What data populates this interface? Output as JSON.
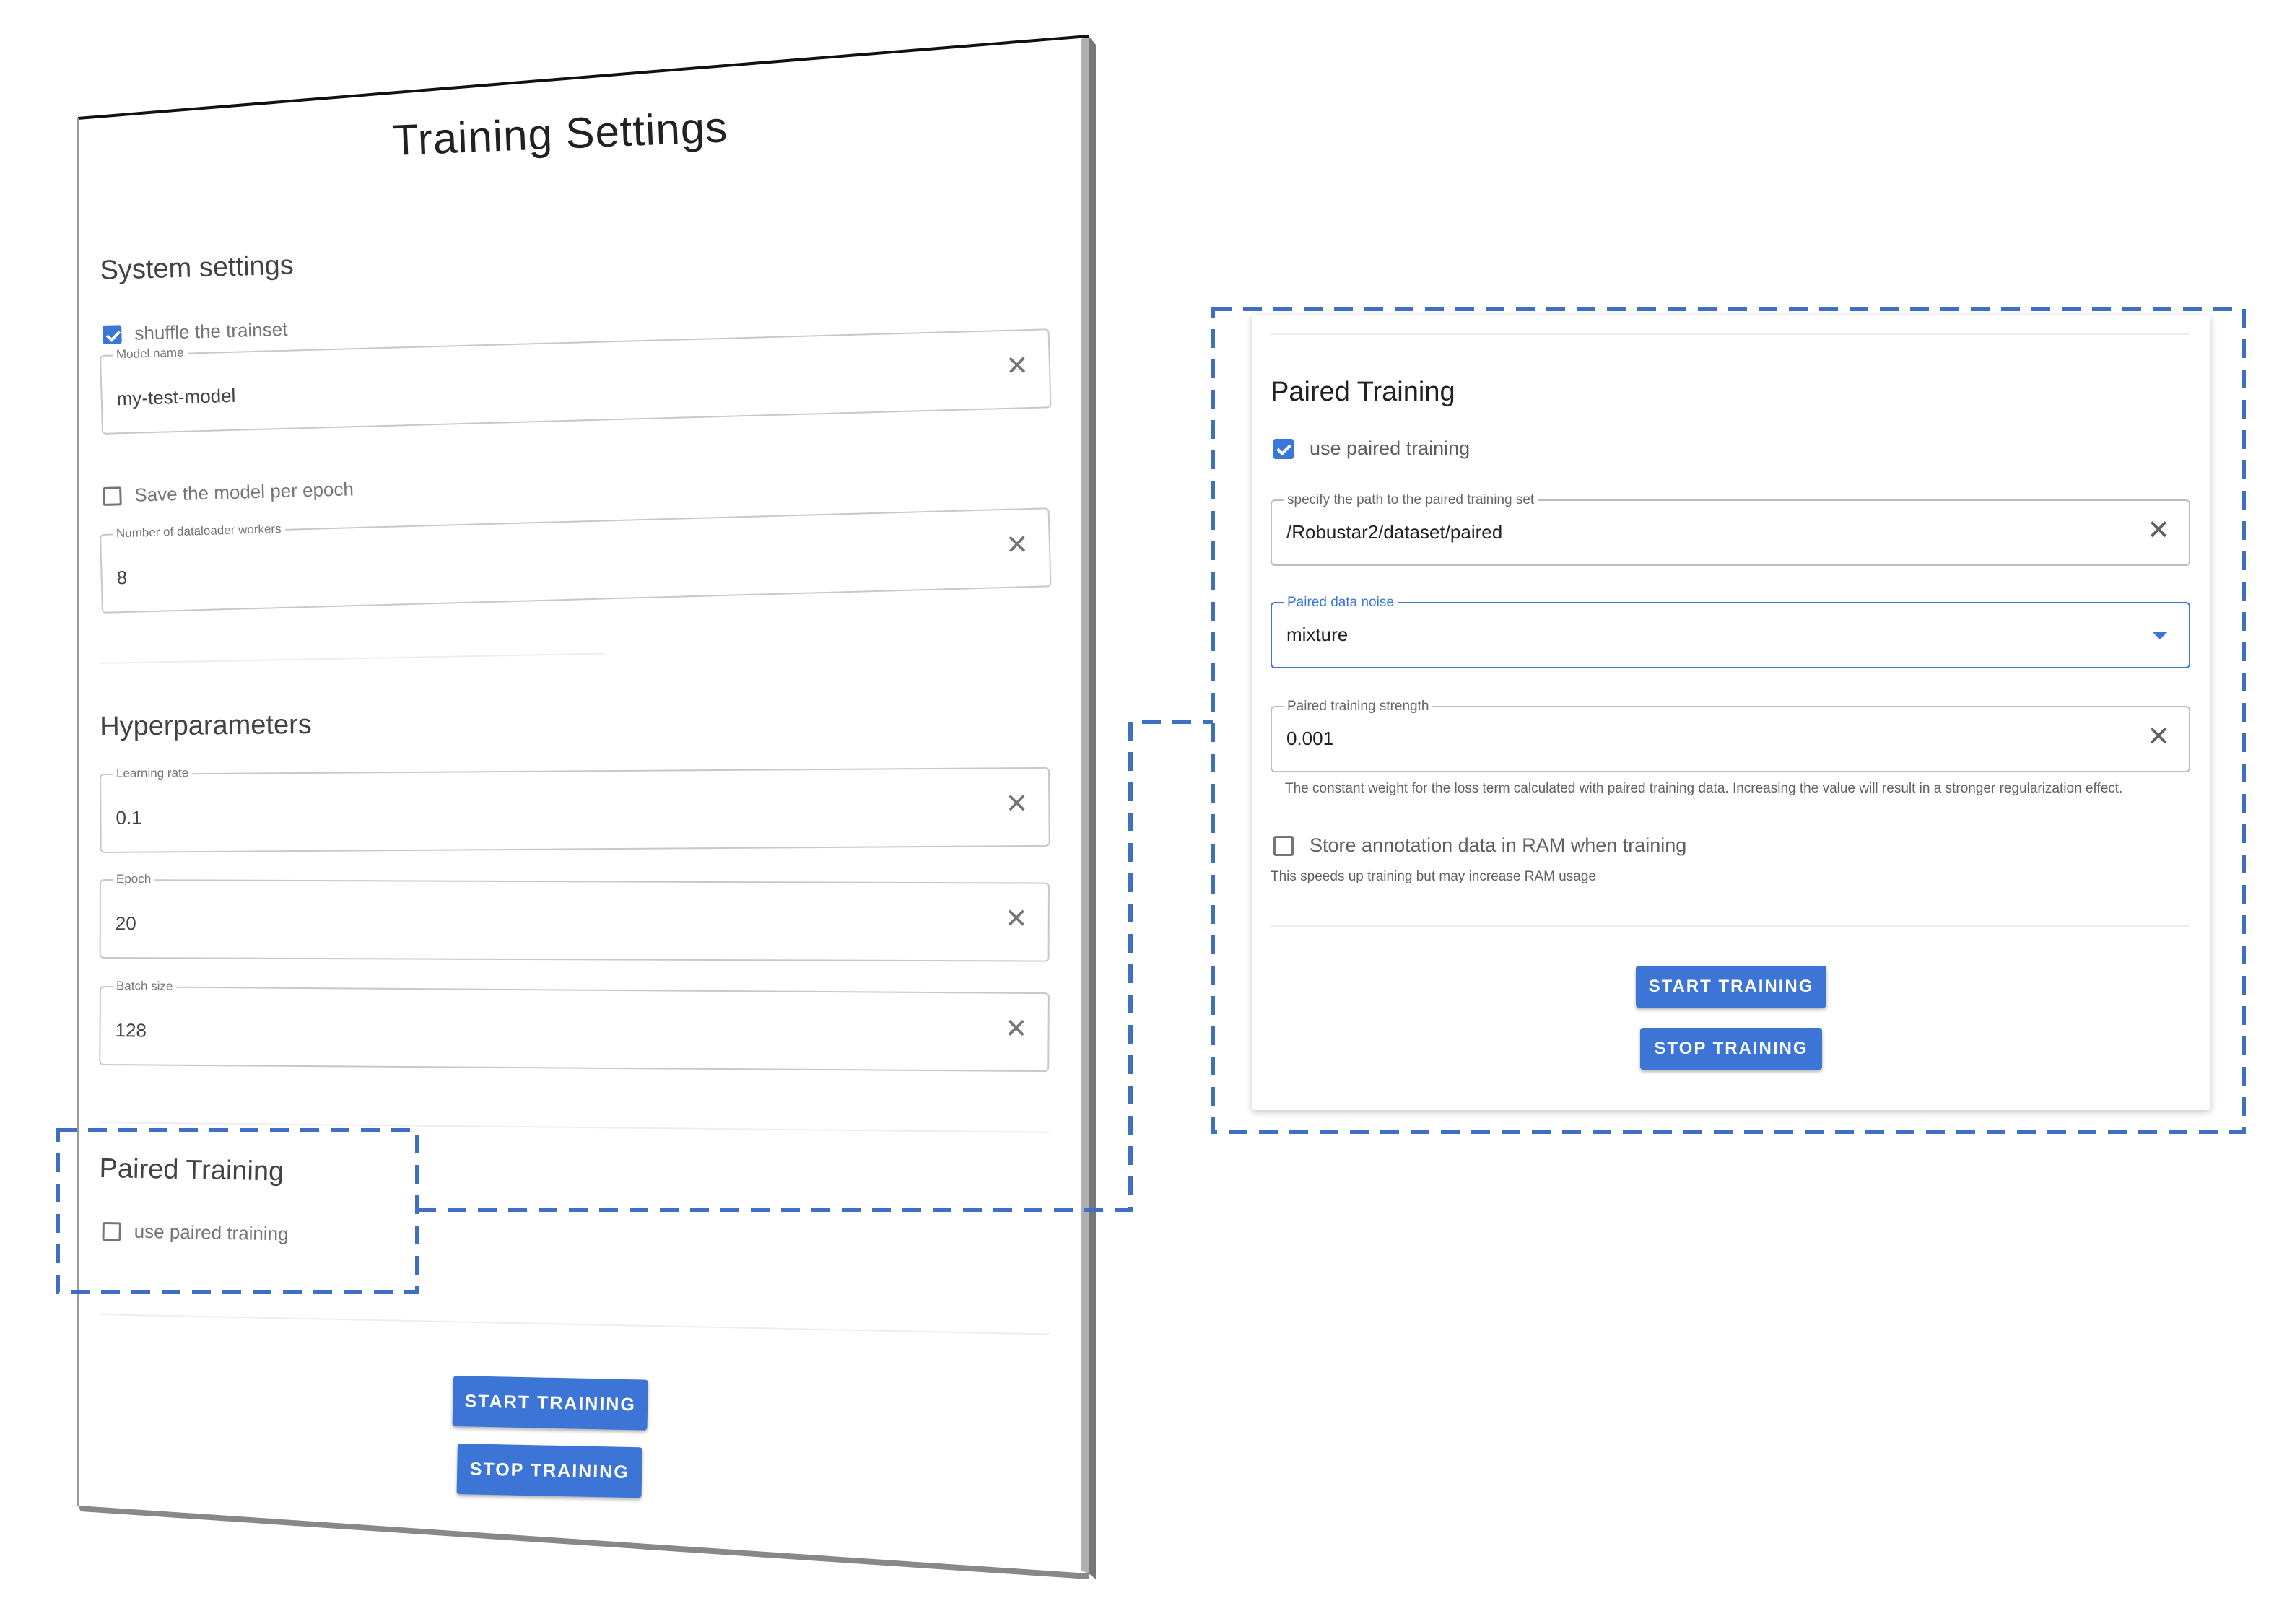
{
  "left_panel": {
    "title": "Training Settings",
    "system_settings": {
      "heading": "System settings",
      "shuffle_label": "shuffle the trainset",
      "model_name_label": "Model name",
      "model_name_value": "my-test-model",
      "save_per_epoch_label": "Save the model per epoch",
      "workers_label": "Number of dataloader workers",
      "workers_value": "8"
    },
    "hyperparameters": {
      "heading": "Hyperparameters",
      "learning_rate_label": "Learning rate",
      "learning_rate_value": "0.1",
      "epoch_label": "Epoch",
      "epoch_value": "20",
      "batch_size_label": "Batch size",
      "batch_size_value": "128"
    },
    "paired_training": {
      "heading": "Paired Training",
      "use_paired_label": "use paired training"
    },
    "start_button": "START TRAINING",
    "stop_button": "STOP TRAINING"
  },
  "right_panel": {
    "heading": "Paired Training",
    "use_paired_label": "use paired training",
    "path_label": "specify the path to the paired training set",
    "path_value": "/Robustar2/dataset/paired",
    "noise_label": "Paired data noise",
    "noise_value": "mixture",
    "strength_label": "Paired training strength",
    "strength_value": "0.001",
    "strength_hint": "The constant weight for the loss term calculated with paired training data. Increasing the value will result in a stronger regularization effect.",
    "ram_label": "Store annotation data in RAM when training",
    "ram_hint": "This speeds up training but may increase RAM usage",
    "start_button": "START TRAINING",
    "stop_button": "STOP TRAINING"
  },
  "icons": {
    "clear": "close-icon",
    "dropdown": "caret-down-icon",
    "checkbox_checked": "checkbox-checked-icon",
    "checkbox_unchecked": "checkbox-unchecked-icon"
  },
  "colors": {
    "accent": "#3a77d8",
    "button": "#3d75d6",
    "callout": "#3f6fc1"
  }
}
